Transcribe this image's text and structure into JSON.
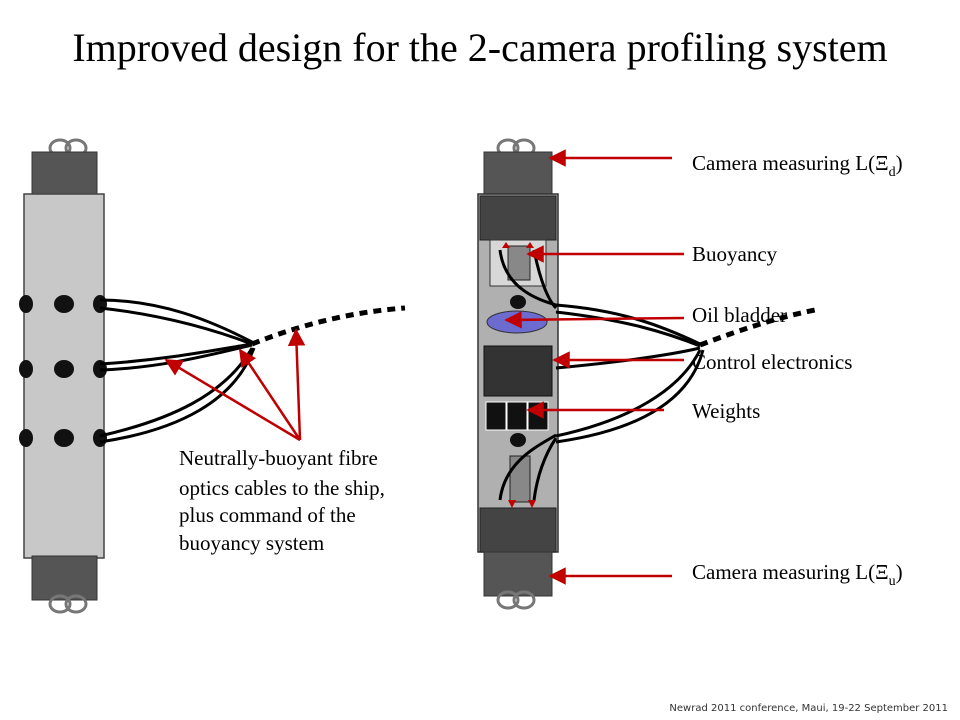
{
  "slide": {
    "title": "Improved design for the 2-camera profiling system",
    "footer": "Newrad 2011 conference, Maui, 19-22 September 2011"
  },
  "annotation": {
    "lines": [
      "Neutrally-buoyant fibre",
      "optics cables to the ship,",
      "plus command of the",
      "buoyancy system"
    ]
  },
  "callouts": {
    "camera_down": {
      "text": "Camera measuring L(",
      "symbol": "Ξ",
      "sub": "d",
      "close": ")"
    },
    "buoyancy": "Buoyancy",
    "oil_bladder": "Oil bladder",
    "control_electronics": "Control electronics",
    "weights": "Weights",
    "camera_up": {
      "text": "Camera measuring L(",
      "symbol": "Ξ",
      "sub": "u",
      "close": ")"
    }
  },
  "colors": {
    "arrow": "#c00000",
    "housing_light": "#c8c8c8",
    "housing_dark": "#555555",
    "bladder": "#6b6bd0"
  }
}
